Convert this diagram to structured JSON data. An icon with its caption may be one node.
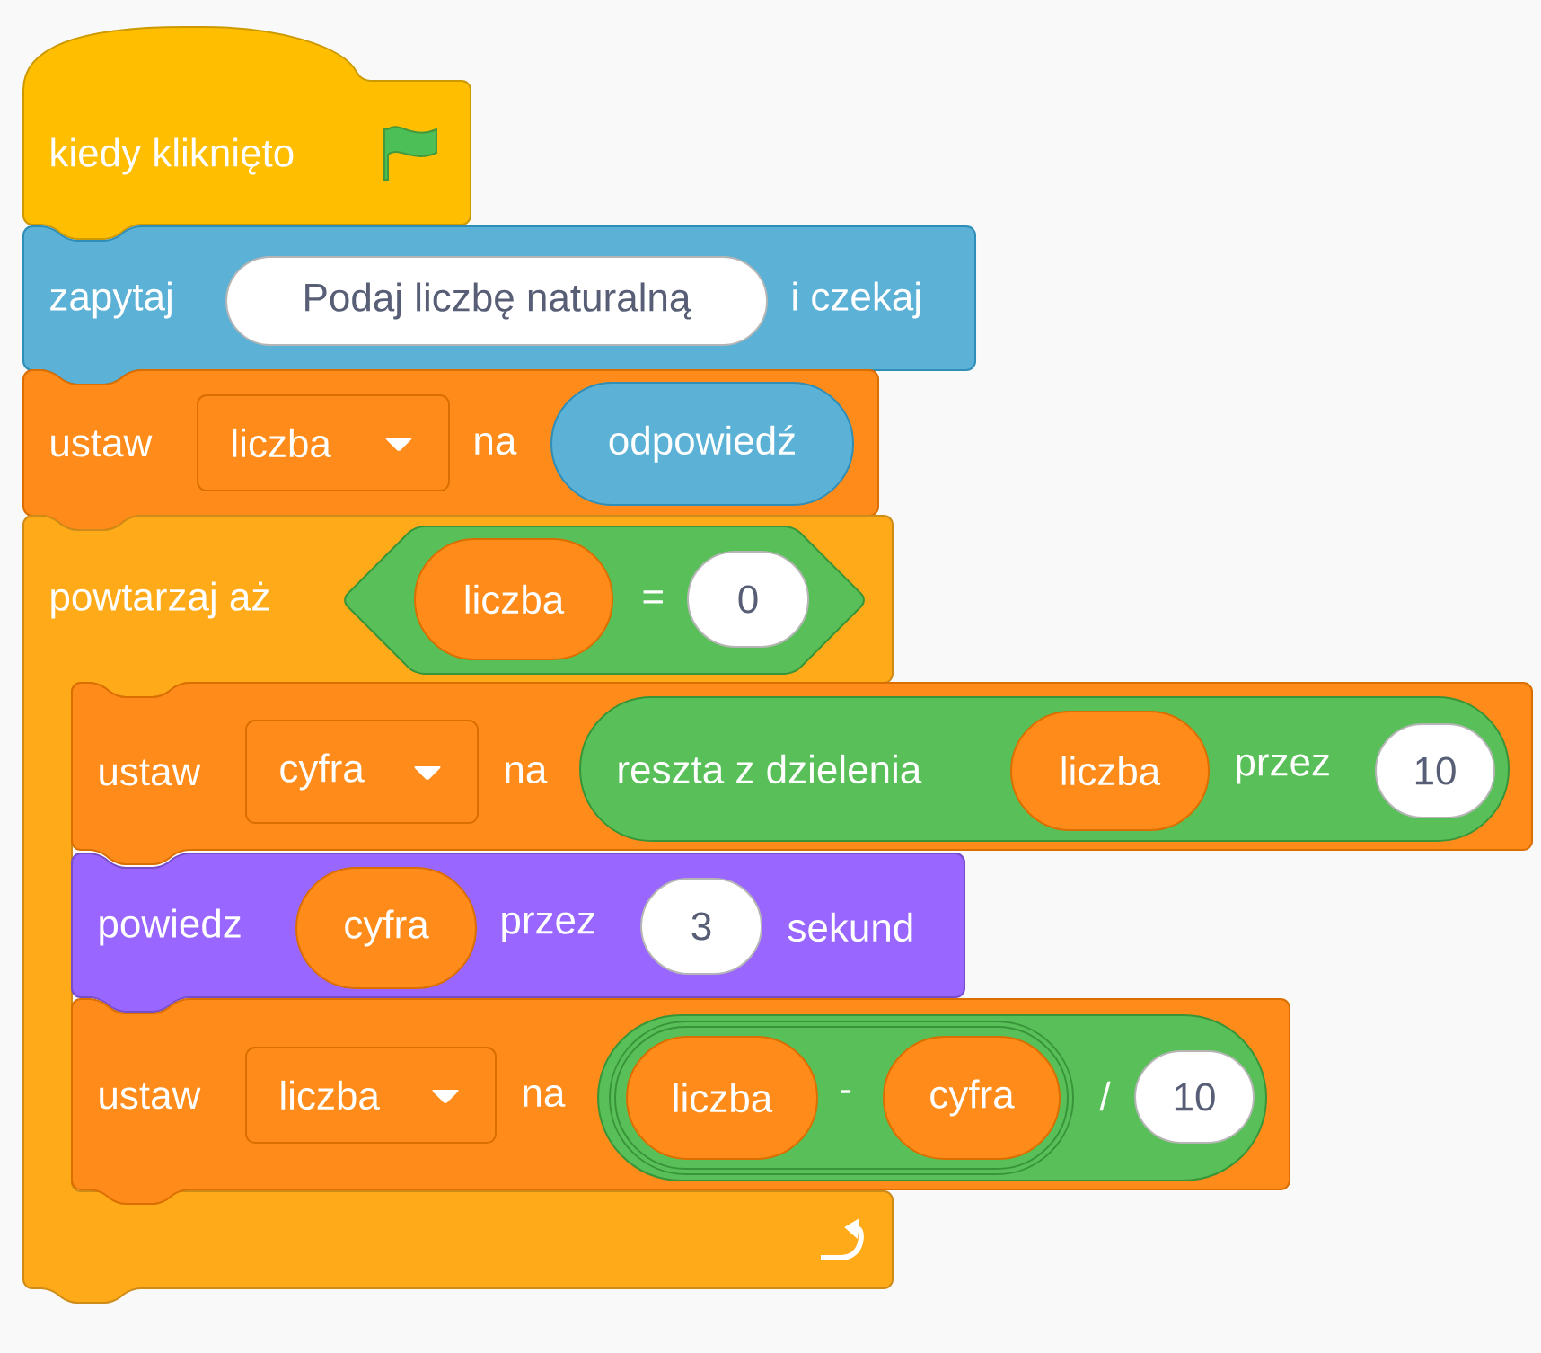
{
  "diagram": {
    "nodes": [
      {
        "text": [
          "kiedy kliknięto"
        ]
      },
      {
        "text": [
          "zapytaj",
          "i czekaj"
        ]
      },
      {
        "text": [
          "Podaj liczbę naturalną"
        ],
        "in": 1
      },
      {
        "text": [
          "ustaw",
          "na"
        ]
      },
      {
        "text": [
          "liczba"
        ],
        "in": 3
      },
      {
        "text": [
          "odpowiedź"
        ],
        "in": 3
      },
      {
        "text": [
          "powtarzaj aż"
        ]
      },
      {
        "text": [
          "="
        ],
        "in": 6
      },
      {
        "text": [
          "liczba"
        ],
        "in": 7
      },
      {
        "text": [
          "0"
        ],
        "in": 7
      },
      {
        "text": [
          "ustaw",
          "na"
        ]
      },
      {
        "text": [
          "cyfra"
        ],
        "in": 10
      },
      {
        "text": [
          "reszta z dzielenia",
          "przez"
        ],
        "in": 10
      },
      {
        "text": [
          "liczba"
        ],
        "in": 12
      },
      {
        "text": [
          "10"
        ],
        "in": 12
      },
      {
        "text": [
          "powiedz",
          "przez",
          "sekund"
        ]
      },
      {
        "text": [
          "cyfra"
        ],
        "in": 15
      },
      {
        "text": [
          "3"
        ],
        "in": 15
      },
      {
        "text": [
          "ustaw",
          "na"
        ]
      },
      {
        "text": [
          "liczba"
        ],
        "in": 18
      },
      {
        "text": [
          "/"
        ],
        "in": 18
      },
      {
        "text": [
          "-"
        ],
        "in": 20
      },
      {
        "text": [
          "liczba"
        ],
        "in": 21
      },
      {
        "text": [
          "cyfra"
        ],
        "in": 21
      },
      {
        "text": [
          "10"
        ],
        "in": 20
      }
    ]
  }
}
